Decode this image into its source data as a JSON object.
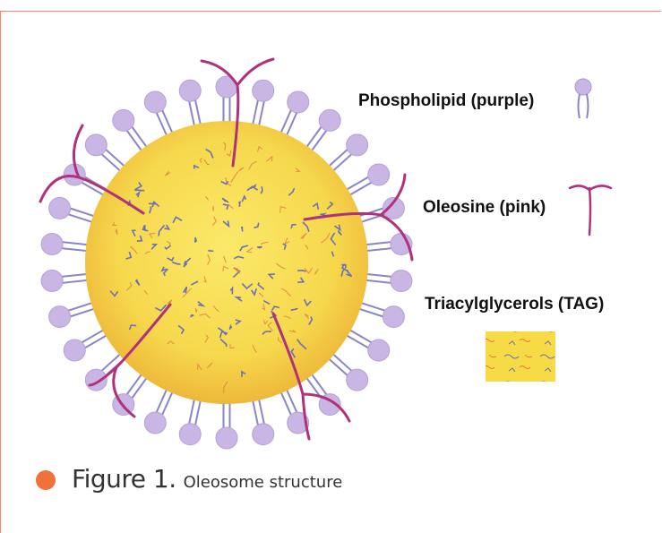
{
  "legend": {
    "phospholipid_label": "Phospholipid (purple)",
    "oleosine_label": "Oleosine (pink)",
    "tag_label": "Triacylglycerols (TAG)"
  },
  "caption": {
    "figure_number": "Figure 1.",
    "text": "Oleosome structure"
  },
  "colors": {
    "frame_border": "#f08a60",
    "bullet": "#f2703a",
    "phospholipid_head": "#c9b6e4",
    "phospholipid_tail": "#8a86c6",
    "oleosine": "#b0327a",
    "core_outer": "#f0c43c",
    "core_inner": "#f8e463",
    "tag_squiggle_blue": "#6b6fb8",
    "tag_squiggle_orange": "#e07a3a"
  },
  "icons": [
    "phospholipid-icon",
    "oleosine-icon",
    "tag-texture-icon",
    "bullet-icon"
  ]
}
